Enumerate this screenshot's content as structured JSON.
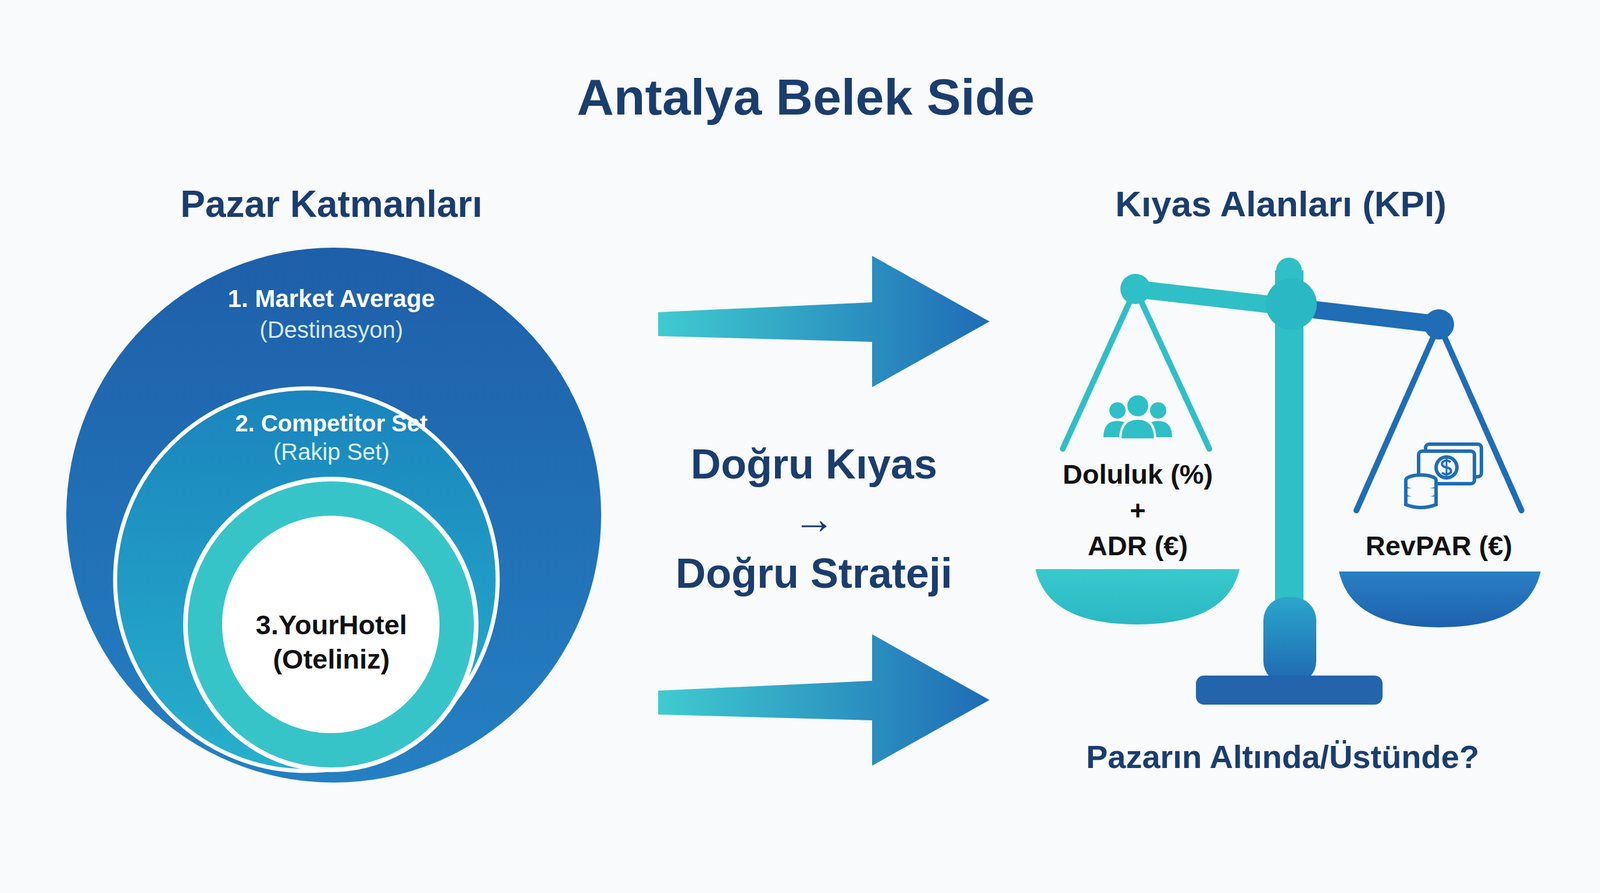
{
  "diagram": {
    "title": "Antalya Belek Side",
    "nodes": [
      {
        "text": [
          "1. Market Average",
          "(Destinasyon)"
        ]
      },
      {
        "text": [
          "2. Competitor Set",
          "(Rakip Set)"
        ],
        "in": 0
      },
      {
        "text": [
          "3.YourHotel (Oteliniz)"
        ],
        "in": 1
      },
      {
        "text": [
          "Doluluk (%)",
          "+",
          "ADR (€)"
        ]
      },
      {
        "text": [
          "RevPAR (€)"
        ]
      }
    ],
    "labels": [
      "Pazar Katmanları",
      "Doğru Kıyas",
      "→",
      "Doğru Strateji",
      "Kıyas Alanları (KPI)",
      "Pazarın Altında/Üstünde?"
    ]
  }
}
